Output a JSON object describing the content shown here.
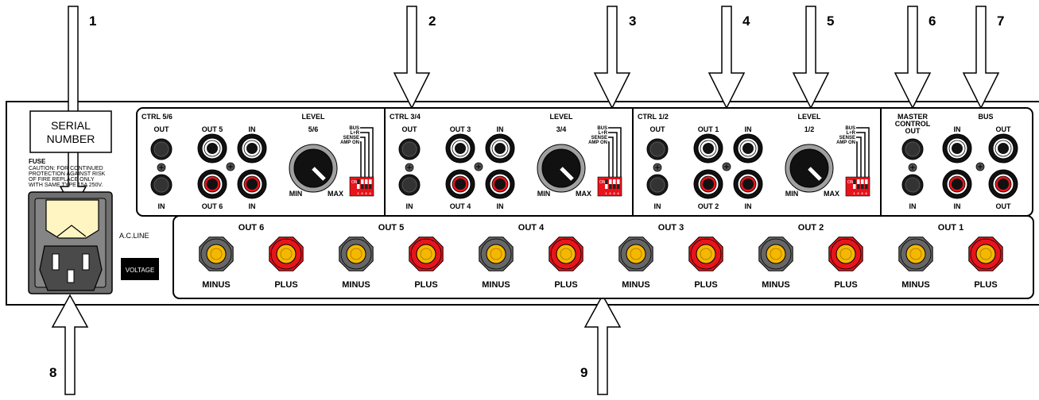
{
  "callouts": [
    "1",
    "2",
    "3",
    "4",
    "5",
    "6",
    "7",
    "8",
    "9"
  ],
  "serial_label": [
    "SERIAL",
    "NUMBER"
  ],
  "fuse": {
    "title": "FUSE",
    "lines": [
      "CAUTION: FOR CONTINUED",
      "PROTECTION AGAINST RISK",
      "OF FIRE REPLACE ONLY",
      "WITH SAME TYPE 15A 250V."
    ]
  },
  "ac_line": "A.C.LINE",
  "voltage": "VOLTAGE",
  "channels": [
    {
      "ctrl": "CTRL 5/6",
      "out_a": "OUT 5",
      "out_b": "OUT 6",
      "level_ch": "5/6"
    },
    {
      "ctrl": "CTRL 3/4",
      "out_a": "OUT 3",
      "out_b": "OUT 4",
      "level_ch": "3/4"
    },
    {
      "ctrl": "CTRL 1/2",
      "out_a": "OUT 1",
      "out_b": "OUT 2",
      "level_ch": "1/2"
    }
  ],
  "labels": {
    "out": "OUT",
    "in": "IN",
    "level": "LEVEL",
    "min": "MIN",
    "max": "MAX",
    "on": "ON"
  },
  "dip_labels": [
    "BUS",
    "L+R",
    "SENSE",
    "AMP ON"
  ],
  "dip_numbers": [
    "1",
    "2",
    "3",
    "4"
  ],
  "master": {
    "title_1": "MASTER",
    "title_2": "CONTROL",
    "out": "OUT",
    "in": "IN"
  },
  "bus": {
    "title": "BUS",
    "in": "IN",
    "out": "OUT"
  },
  "speaker_outputs": [
    "OUT 6",
    "OUT 5",
    "OUT 4",
    "OUT 3",
    "OUT 2",
    "OUT 1"
  ],
  "terminals": {
    "minus": "MINUS",
    "plus": "PLUS"
  },
  "colors": {
    "red": "#e8141c",
    "gray": "#666666",
    "gold": "#f5b800",
    "panel": "#ffffff",
    "knob": "#a0a0a0"
  }
}
